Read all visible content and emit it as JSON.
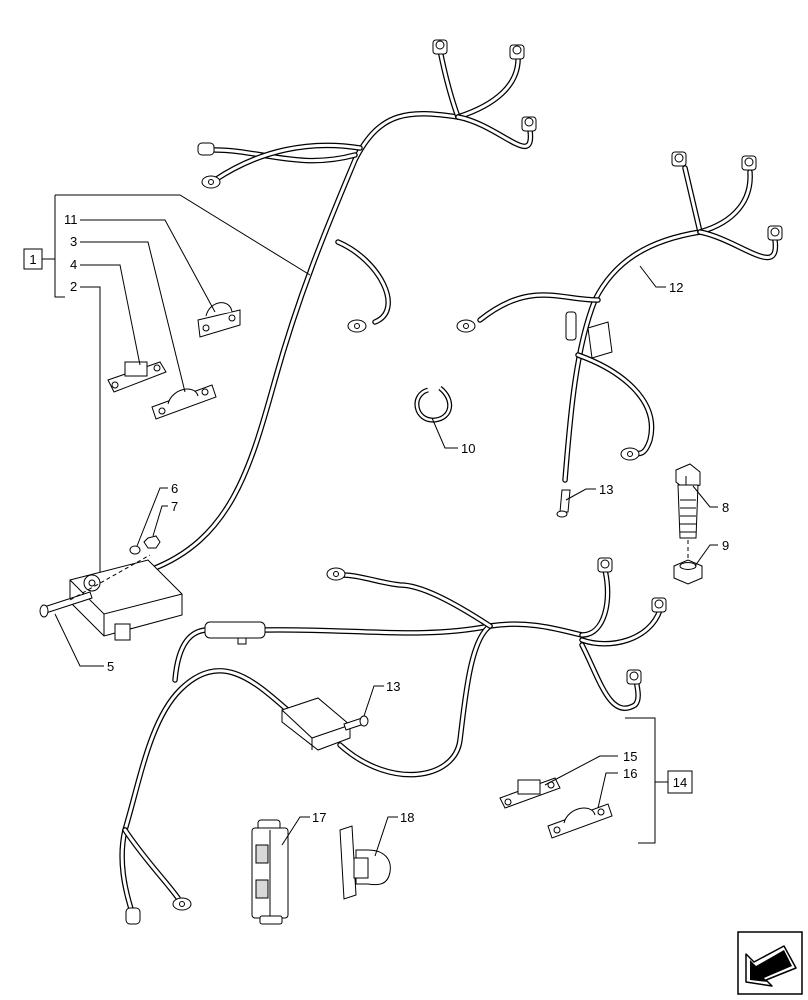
{
  "callouts": {
    "c1": "1",
    "c2": "2",
    "c3": "3",
    "c4": "4",
    "c5": "5",
    "c6": "6",
    "c7": "7",
    "c8": "8",
    "c9": "9",
    "c10": "10",
    "c11": "11",
    "c12": "12",
    "c13a": "13",
    "c13b": "13",
    "c14": "14",
    "c15": "15",
    "c16": "16",
    "c17": "17",
    "c18": "18"
  },
  "icons": {
    "nav": "arrow-next-icon"
  }
}
